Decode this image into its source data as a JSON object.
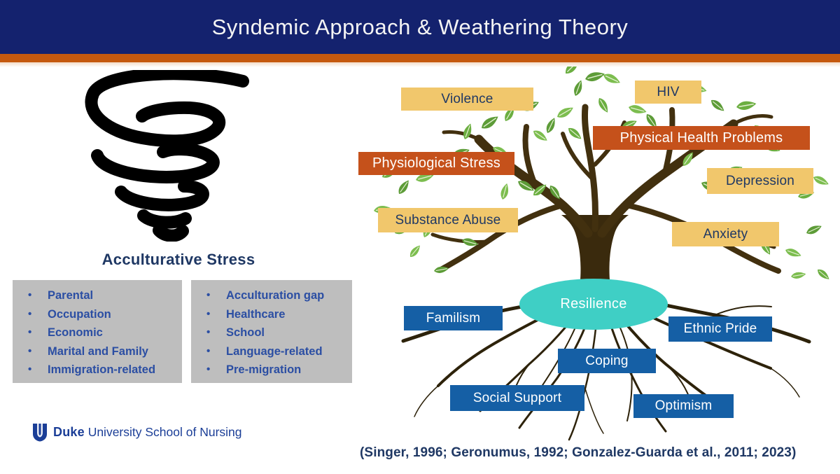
{
  "header": {
    "title": "Syndemic Approach & Weathering Theory"
  },
  "left_panel": {
    "heading": "Acculturative Stress",
    "stressor_lists": [
      {
        "items": [
          "Parental",
          "Occupation",
          "Economic",
          "Marital and Family",
          "Immigration-related"
        ]
      },
      {
        "items": [
          "Acculturation gap",
          "Healthcare",
          "School",
          "Language-related",
          "Pre-migration"
        ]
      }
    ],
    "logo": {
      "bold_text": "Duke",
      "rest_text": " University School of Nursing"
    }
  },
  "tree": {
    "resilience_label": "Resilience",
    "stress_labels": [
      {
        "id": "violence",
        "text": "Violence",
        "variant": "tan"
      },
      {
        "id": "hiv",
        "text": "HIV",
        "variant": "tan"
      },
      {
        "id": "physical-health-problems",
        "text": "Physical Health Problems",
        "variant": "orange"
      },
      {
        "id": "physiological-stress",
        "text": "Physiological Stress",
        "variant": "orange"
      },
      {
        "id": "depression",
        "text": "Depression",
        "variant": "tan"
      },
      {
        "id": "substance-abuse",
        "text": "Substance Abuse",
        "variant": "tan"
      },
      {
        "id": "anxiety",
        "text": "Anxiety",
        "variant": "tan"
      }
    ],
    "protective_labels": [
      {
        "id": "familism",
        "text": "Familism",
        "variant": "blue"
      },
      {
        "id": "ethnic-pride",
        "text": "Ethnic Pride",
        "variant": "blue"
      },
      {
        "id": "coping",
        "text": "Coping",
        "variant": "blue"
      },
      {
        "id": "social-support",
        "text": "Social Support",
        "variant": "blue"
      },
      {
        "id": "optimism",
        "text": "Optimism",
        "variant": "blue"
      }
    ]
  },
  "citation": "(Singer, 1996; Geronumus, 1992; Gonzalez-Guarda et al., 2011; 2023)",
  "colors": {
    "header_navy": "#14226e",
    "accent_orange": "#c5590e",
    "tan_label": "#f1c76c",
    "orange_label": "#c5511b",
    "blue_label": "#155fa5",
    "teal_resilience": "#3fcfc5",
    "gray_box": "#bebebe",
    "bullet_blue": "#2b4ea3",
    "dark_navy_text": "#1f3864",
    "duke_blue": "#1b3e97"
  }
}
